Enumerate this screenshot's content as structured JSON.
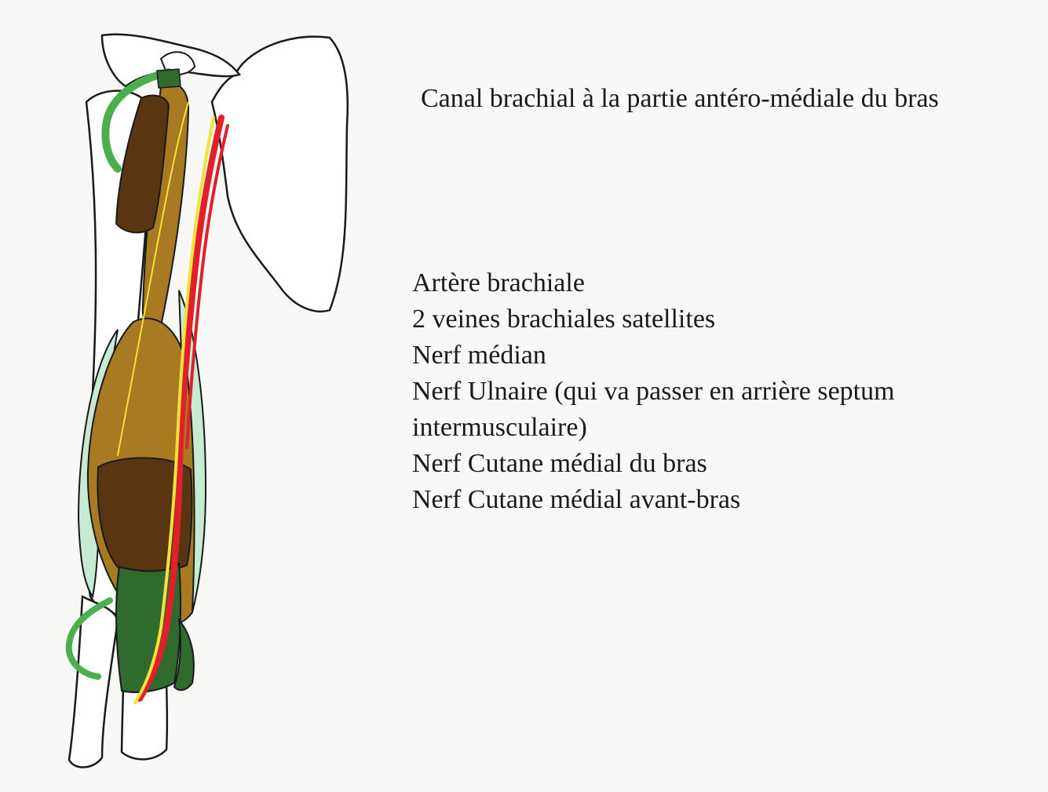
{
  "title": "Canal brachial à la partie antéro-médiale du bras",
  "content_lines": [
    "Artère brachiale",
    "2 veines brachiales satellites",
    "Nerf médian",
    "Nerf Ulnaire (qui va passer en arrière septum",
    "intermusculaire)",
    "Nerf Cutane médial du bras",
    "Nerf Cutane médial avant-bras"
  ],
  "colors": {
    "background": "#f8f8f6",
    "bone": "#ffffff",
    "outline": "#1a1a1a",
    "muscle_tan": "#a87a22",
    "muscle_brown": "#5a3512",
    "muscle_green": "#2f6b2c",
    "muscle_light_green": "#c6ead2",
    "tendon_green": "#4cae4c",
    "artery_red": "#e0202a",
    "nerve_yellow": "#f2e23a"
  }
}
